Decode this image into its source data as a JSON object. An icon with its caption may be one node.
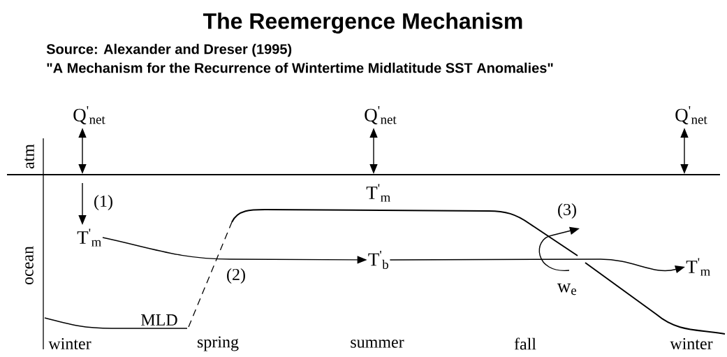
{
  "diagram": {
    "title": "The Reemergence Mechanism",
    "nodes": [
      {
        "text": [
          "Q$^{'}$$_{net}$"
        ]
      },
      {
        "text": [
          "Q$^{'}$$_{net}$"
        ]
      },
      {
        "text": [
          "Q$^{'}$$_{net}$"
        ]
      },
      {
        "text": [
          "T$^{'}$$_{m}$"
        ]
      },
      {
        "text": [
          "T$^{'}$$_{b}$"
        ]
      },
      {
        "text": [
          "T$^{'}$$_{m}$"
        ]
      }
    ],
    "edges": [
      {
        "from": 0,
        "to": null,
        "arrow": "both"
      },
      {
        "from": 1,
        "to": null,
        "arrow": "both"
      },
      {
        "from": 2,
        "to": null,
        "arrow": "both"
      },
      {
        "from": null,
        "to": 3,
        "arrow": "to",
        "label": "(1)"
      },
      {
        "from": 3,
        "to": 4,
        "arrow": "to"
      },
      {
        "from": 4,
        "to": 5,
        "arrow": "to"
      }
    ],
    "labels": [
      "Source: Alexander and Dreser (1995)",
      "\"A Mechanism for the Recurrence of Wintertime Midlatitude SST Anomalies\"",
      "atm",
      "T$^{'}$$_{m}$",
      "(3)",
      "ocean",
      "(2)",
      "w$_{e}$",
      "MLD",
      "winter",
      "spring",
      "summer",
      "fall",
      "winter"
    ]
  }
}
